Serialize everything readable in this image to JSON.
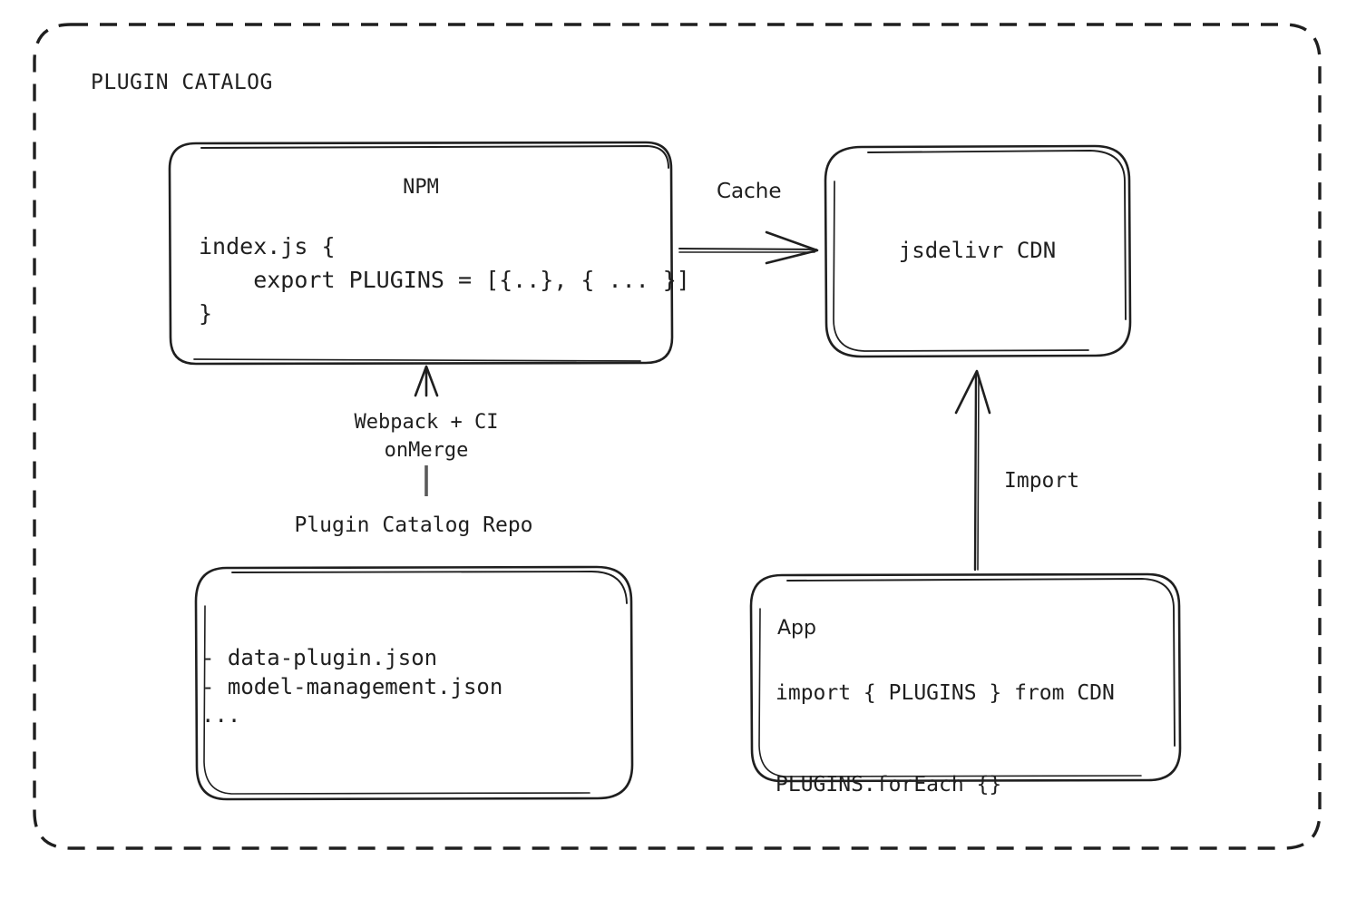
{
  "group": {
    "title": "PLUGIN CATALOG",
    "border_style": "dashed",
    "stroke_color": "#1f1f1f",
    "background": "#ffffff"
  },
  "nodes": {
    "npm": {
      "title": "NPM",
      "code": "index.js {\n    export PLUGINS = [{..}, { ... }]\n}"
    },
    "cdn": {
      "title": "jsdelivr CDN"
    },
    "repo": {
      "caption": "Plugin Catalog Repo",
      "items": "- data-plugin.json\n- model-management.json\n..."
    },
    "app": {
      "title": "App",
      "code": "import { PLUGINS } from CDN\n\nPLUGINS.forEach {}"
    }
  },
  "edges": {
    "cache": {
      "label": "Cache",
      "from": "npm",
      "to": "cdn",
      "direction": "right"
    },
    "build": {
      "label": "Webpack + CI\nonMerge",
      "from": "repo",
      "to": "npm",
      "direction": "up"
    },
    "import": {
      "label": "Import",
      "from": "app",
      "to": "cdn",
      "direction": "up"
    }
  }
}
